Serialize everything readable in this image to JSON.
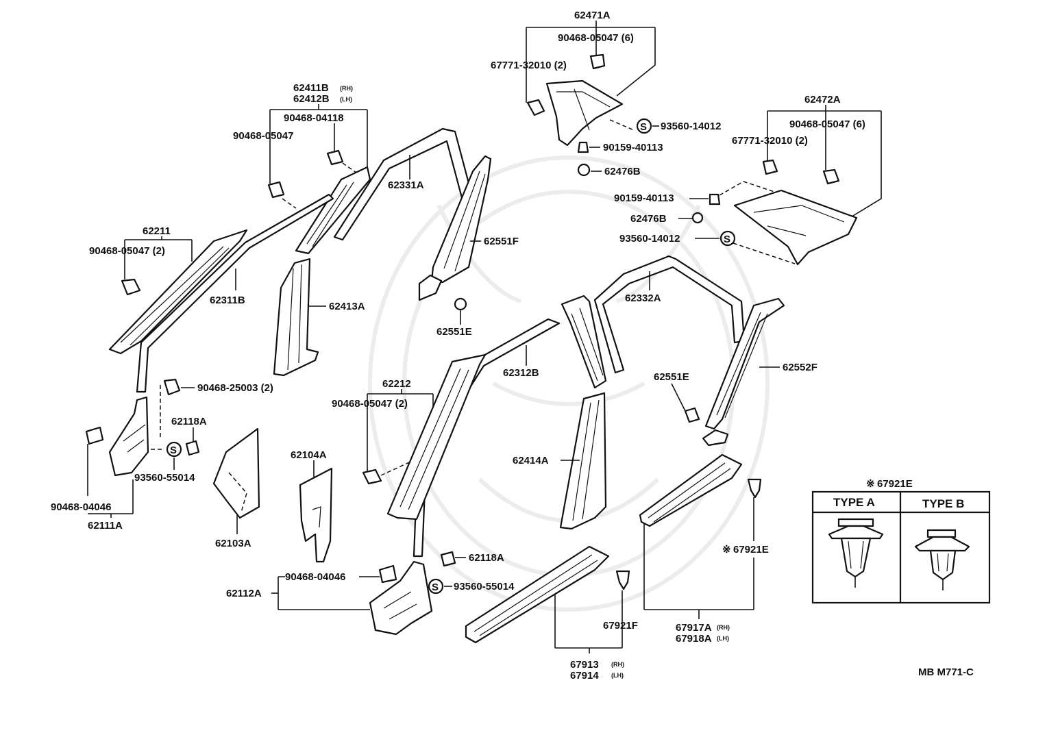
{
  "diagram_code": "MB M771-C",
  "symbols": {
    "s": "S",
    "asterisk": "※"
  },
  "labels": {
    "p62471A": "62471A",
    "p90468_05047_6a": "90468-05047 (6)",
    "p67771_32010_2a": "67771-32010 (2)",
    "p93560_14012a": "93560-14012",
    "p90159_40113a": "90159-40113",
    "p62476Ba": "62476B",
    "p62472A": "62472A",
    "p90468_05047_6b": "90468-05047 (6)",
    "p67771_32010_2b": "67771-32010 (2)",
    "p90159_40113b": "90159-40113",
    "p62476Bb": "62476B",
    "p93560_14012b": "93560-14012",
    "p62411B": "62411B",
    "p62411B_suffix": "(RH)",
    "p62412B": "62412B",
    "p62412B_suffix": "(LH)",
    "p90468_04118": "90468-04118",
    "p90468_05047": "90468-05047",
    "p62331A": "62331A",
    "p62551F": "62551F",
    "p62211": "62211",
    "p90468_05047_2a": "90468-05047 (2)",
    "p62311B": "62311B",
    "p62413A": "62413A",
    "p62551Ea": "62551E",
    "p62332A": "62332A",
    "p62312B": "62312B",
    "p62552F": "62552F",
    "p62551Eb": "62551E",
    "p90468_25003_2": "90468-25003 (2)",
    "p62118Aa": "62118A",
    "p93560_55014a": "93560-55014",
    "p90468_04046a": "90468-04046",
    "p62111A": "62111A",
    "p62103A": "62103A",
    "p62104A": "62104A",
    "p62212": "62212",
    "p90468_05047_2b": "90468-05047 (2)",
    "p62414A": "62414A",
    "p67921E_a": "67921E",
    "p67921E_b": "67921E",
    "p67921F": "67921F",
    "p62118Ab": "62118A",
    "p90468_04046b": "90468-04046",
    "p62112A": "62112A",
    "p93560_55014b": "93560-55014",
    "p67913": "67913",
    "p67913_suffix": "(RH)",
    "p67914": "67914",
    "p67914_suffix": "(LH)",
    "p67917A": "67917A",
    "p67917A_suffix": "(RH)",
    "p67918A": "67918A",
    "p67918A_suffix": "(LH)"
  },
  "clip_table": {
    "type_a": "TYPE A",
    "type_b": "TYPE B"
  }
}
